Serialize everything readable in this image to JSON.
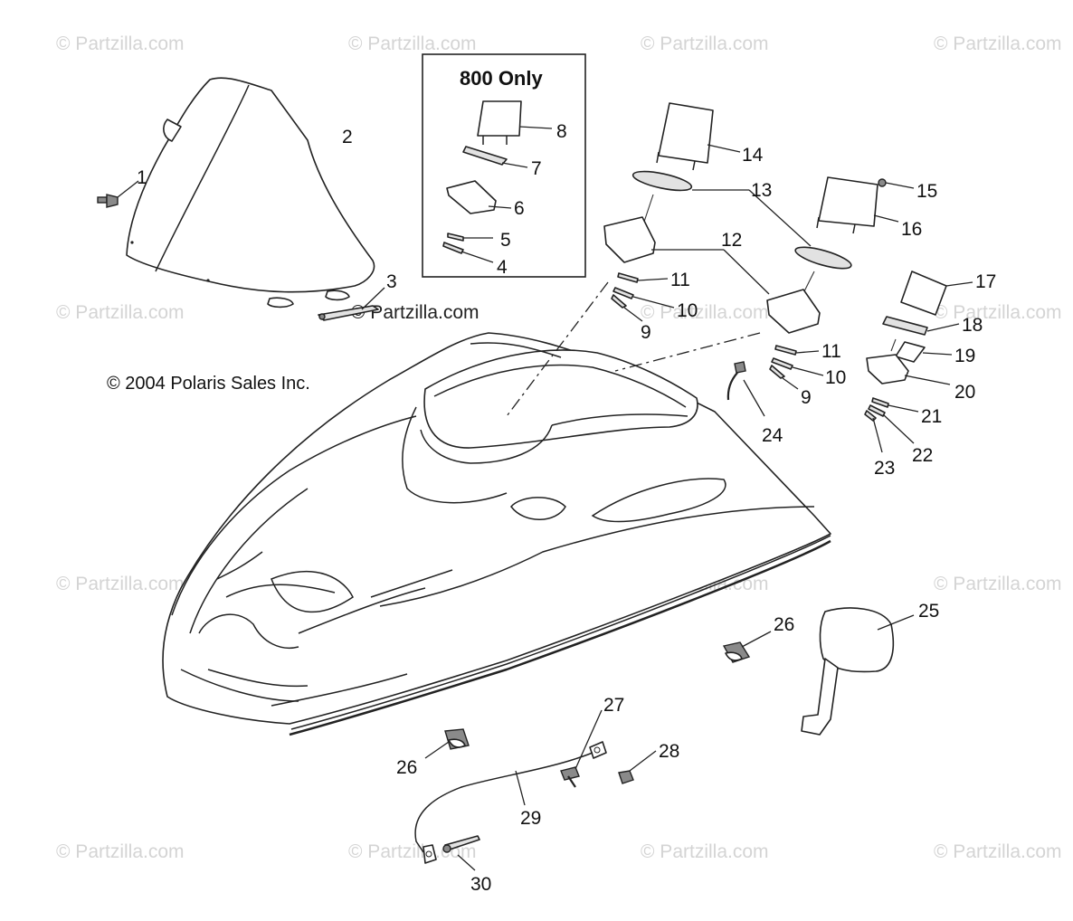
{
  "watermark": "© Partzilla.com",
  "copyright": "© 2004 Polaris Sales Inc.",
  "inset_title": "800 Only",
  "callouts": [
    "1",
    "2",
    "3",
    "4",
    "5",
    "6",
    "7",
    "8",
    "9",
    "9",
    "10",
    "10",
    "11",
    "11",
    "12",
    "13",
    "14",
    "15",
    "16",
    "17",
    "18",
    "19",
    "20",
    "21",
    "22",
    "23",
    "24",
    "25",
    "26",
    "26",
    "27",
    "28",
    "29",
    "30"
  ]
}
